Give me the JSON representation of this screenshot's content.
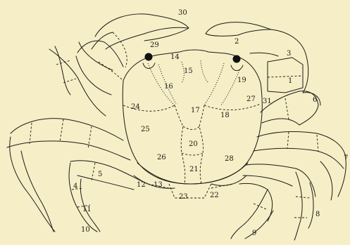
{
  "colors": {
    "background": "#f6eec6",
    "ink": "#1a1a1a"
  },
  "labels": {
    "l1": "1",
    "l2": "2",
    "l3": "3",
    "l4": "4",
    "l5": "5",
    "l6": "6",
    "l7": "7",
    "l8": "8",
    "l9": "9",
    "l10": "10",
    "l11": "11",
    "l12": "12",
    "l13": "13",
    "l14": "14",
    "l15": "15",
    "l16": "16",
    "l17": "17",
    "l18": "18",
    "l19": "19",
    "l20": "20",
    "l21": "21",
    "l22": "22",
    "l23": "23",
    "l24": "24",
    "l25": "25",
    "l26": "26",
    "l27": "27",
    "l28": "28",
    "l29": "29",
    "l30": "30",
    "l31": "31",
    "l32": "5",
    "l33": "4"
  }
}
